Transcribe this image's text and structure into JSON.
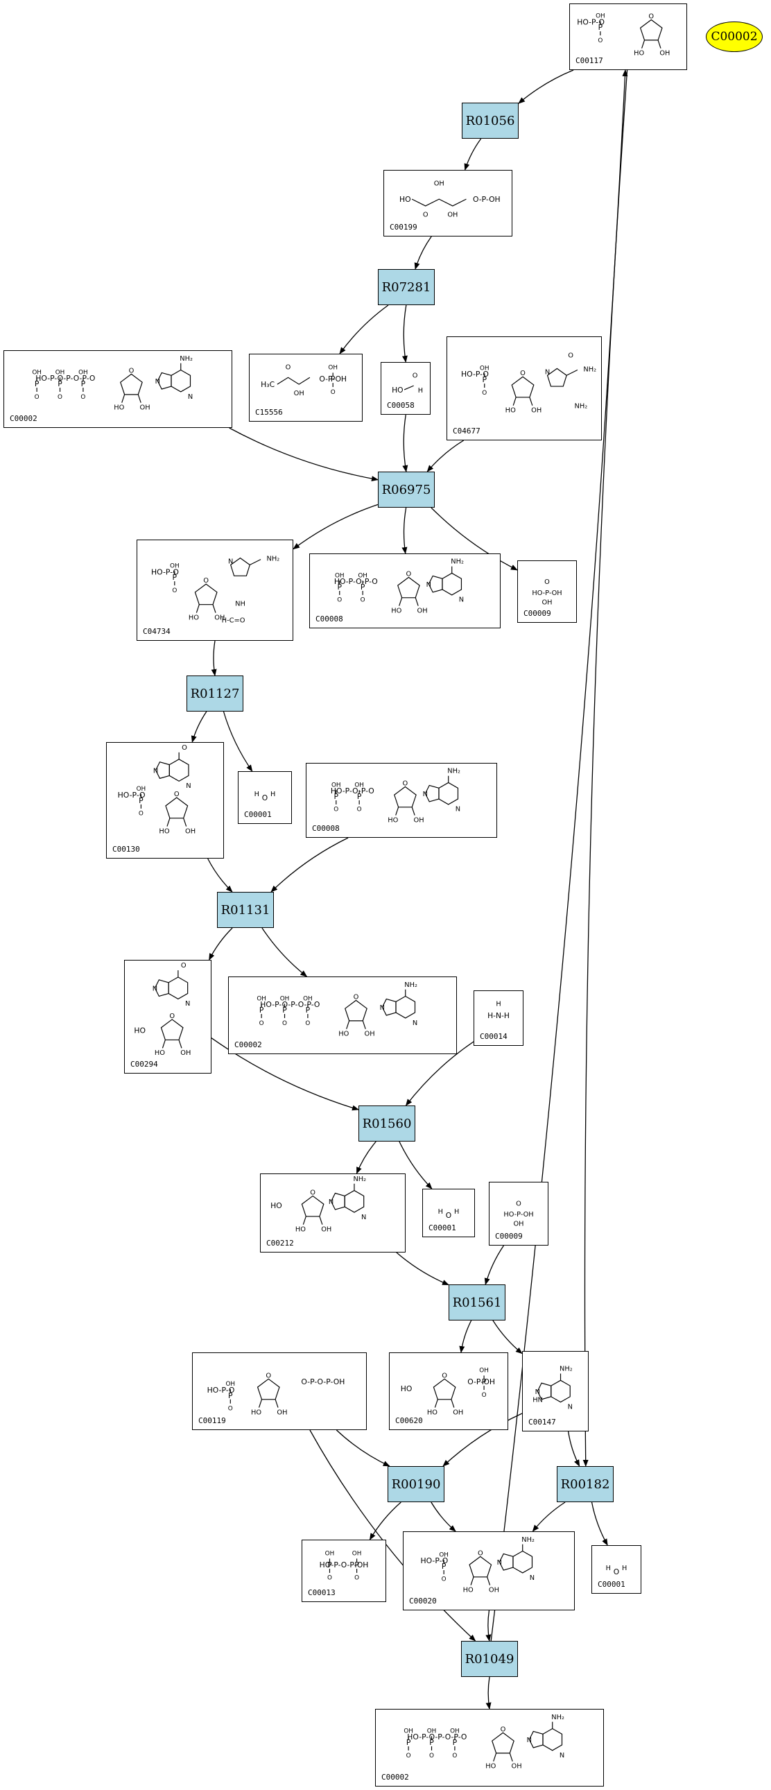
{
  "legend": {
    "label": "C00002",
    "color": "#ffff00"
  },
  "reaction_color": "#add8e6",
  "reactions": {
    "R01056": "R01056",
    "R07281": "R07281",
    "R06975": "R06975",
    "R01127": "R01127",
    "R01131": "R01131",
    "R01560": "R01560",
    "R01561": "R01561",
    "R00190": "R00190",
    "R00182": "R00182",
    "R01049": "R01049"
  },
  "compounds": {
    "c00117": {
      "id": "C00117",
      "structure": "phospho-ribose"
    },
    "c00199": {
      "id": "C00199",
      "structure": "ribulose-phosphate"
    },
    "c15556": {
      "id": "C15556",
      "structure": "hydroxy-oxopropyl-phosphate"
    },
    "c00058": {
      "id": "C00058",
      "structure": "formate"
    },
    "c04677": {
      "id": "C04677",
      "structure": "aminoimidazole-carboxamide-ribotide"
    },
    "c00002_top": {
      "id": "C00002",
      "structure": "ATP"
    },
    "c04734": {
      "id": "C04734",
      "structure": "formamido-imidazole-carboxamide-ribotide"
    },
    "c00008_a": {
      "id": "C00008",
      "structure": "ADP"
    },
    "c00009_a": {
      "id": "C00009",
      "structure": "phosphate"
    },
    "c00001_a": {
      "id": "C00001",
      "structure": "water"
    },
    "c00130": {
      "id": "C00130",
      "structure": "IMP"
    },
    "c00008_b": {
      "id": "C00008",
      "structure": "ADP"
    },
    "c00294": {
      "id": "C00294",
      "structure": "inosine"
    },
    "c00002_mid": {
      "id": "C00002",
      "structure": "ATP"
    },
    "c00014": {
      "id": "C00014",
      "structure": "ammonia"
    },
    "c00212": {
      "id": "C00212",
      "structure": "adenosine"
    },
    "c00001_b": {
      "id": "C00001",
      "structure": "water"
    },
    "c00009_b": {
      "id": "C00009",
      "structure": "phosphate"
    },
    "c00119": {
      "id": "C00119",
      "structure": "PRPP"
    },
    "c00620": {
      "id": "C00620",
      "structure": "ribose-1-phosphate"
    },
    "c00147": {
      "id": "C00147",
      "structure": "adenine"
    },
    "c00013": {
      "id": "C00013",
      "structure": "diphosphate"
    },
    "c00020": {
      "id": "C00020",
      "structure": "AMP"
    },
    "c00001_c": {
      "id": "C00001",
      "structure": "water"
    },
    "c00002_bot": {
      "id": "C00002",
      "structure": "ATP"
    }
  },
  "edges": [
    [
      "c00117",
      "R01056"
    ],
    [
      "R01056",
      "c00199"
    ],
    [
      "c00199",
      "R07281"
    ],
    [
      "R07281",
      "c15556"
    ],
    [
      "R07281",
      "c00058"
    ],
    [
      "c00002_top",
      "R06975"
    ],
    [
      "c00058",
      "R06975"
    ],
    [
      "c04677",
      "R06975"
    ],
    [
      "R06975",
      "c04734"
    ],
    [
      "R06975",
      "c00008_a"
    ],
    [
      "R06975",
      "c00009_a"
    ],
    [
      "c04734",
      "R01127"
    ],
    [
      "R01127",
      "c00130"
    ],
    [
      "R01127",
      "c00001_a"
    ],
    [
      "c00130",
      "R01131"
    ],
    [
      "c00008_b",
      "R01131"
    ],
    [
      "R01131",
      "c00294"
    ],
    [
      "R01131",
      "c00002_mid"
    ],
    [
      "c00294",
      "R01560"
    ],
    [
      "c00014",
      "R01560"
    ],
    [
      "R01560",
      "c00212"
    ],
    [
      "R01560",
      "c00001_b"
    ],
    [
      "c00212",
      "R01561"
    ],
    [
      "c00009_b",
      "R01561"
    ],
    [
      "R01561",
      "c00620"
    ],
    [
      "R01561",
      "c00147"
    ],
    [
      "c00119",
      "R00190"
    ],
    [
      "c00147",
      "R00190"
    ],
    [
      "c00147",
      "R00182"
    ],
    [
      "c00117",
      "R00182"
    ],
    [
      "R00190",
      "c00013"
    ],
    [
      "R00190",
      "c00020"
    ],
    [
      "R00182",
      "c00020"
    ],
    [
      "R00182",
      "c00001_c"
    ],
    [
      "c00020",
      "R01049"
    ],
    [
      "c00119",
      "R01049"
    ],
    [
      "R01049",
      "c00002_bot"
    ],
    [
      "R01049",
      "c00117"
    ]
  ]
}
